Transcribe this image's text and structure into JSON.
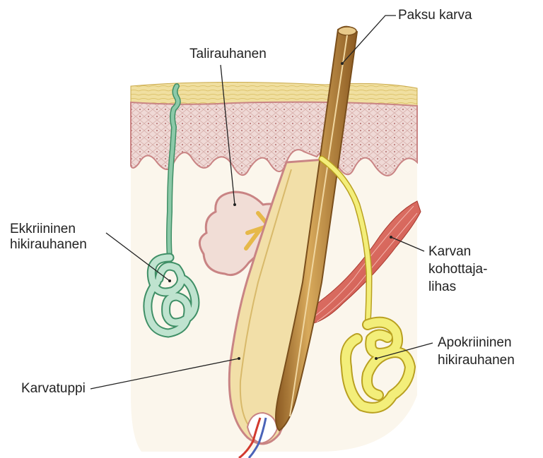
{
  "labels": {
    "paksu_karva": "Paksu karva",
    "talirauhanen": "Talirauhanen",
    "ekkriininen_line1": "Ekkriininen",
    "ekkriininen_line2": "hikirauhanen",
    "karvan_line1": "Karvan",
    "karvan_line2": "kohottaja-",
    "karvan_line3": "lihas",
    "apokriininen_line1": "Apokriininen",
    "apokriininen_line2": "hikirauhanen",
    "karvatuppi": "Karvatuppi"
  },
  "colors": {
    "background": "#ffffff",
    "epidermis": "#efd9d6",
    "epidermis_edge": "#c98484",
    "stratum_corneum": "#f0dfa0",
    "dermis": "#fbf6ec",
    "hair_shaft": "#b98a3c",
    "hair_outline": "#7a4f1c",
    "follicle": "#f2dfa8",
    "eccrine_gland": "#8cc9a8",
    "apocrine_gland": "#f3ee7a",
    "arrector_muscle": "#d9655a",
    "sebaceous_gland": "#f1ddd6",
    "blood_vessel_red": "#d23a2e",
    "blood_vessel_blue": "#4a63b8"
  }
}
